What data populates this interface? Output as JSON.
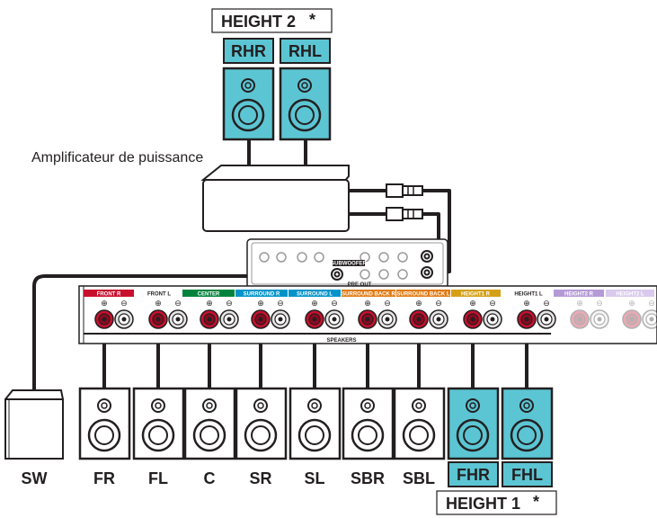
{
  "amplifier": {
    "label": "Amplificateur de puissance"
  },
  "height2": {
    "title": "HEIGHT 2",
    "asterisk": "*",
    "speakers": [
      {
        "code": "RHR"
      },
      {
        "code": "RHL"
      }
    ]
  },
  "height1": {
    "title": "HEIGHT 1",
    "asterisk": "*",
    "speakers": [
      {
        "code": "FHR"
      },
      {
        "code": "FHL"
      }
    ]
  },
  "floor_speakers": [
    {
      "code": "SW"
    },
    {
      "code": "FR"
    },
    {
      "code": "FL"
    },
    {
      "code": "C"
    },
    {
      "code": "SR"
    },
    {
      "code": "SL"
    },
    {
      "code": "SBR"
    },
    {
      "code": "SBL"
    }
  ],
  "receiver": {
    "preout_label": "PRE OUT",
    "subwoofer_label": "SUBWOOFER",
    "speakers_label": "SPEAKERS",
    "channels": [
      {
        "label": "FRONT R",
        "color": "#c8102e"
      },
      {
        "label": "FRONT L",
        "color": "#231f20"
      },
      {
        "label": "CENTER",
        "color": "#00843d"
      },
      {
        "label": "SURROUND R",
        "color": "#0093c9"
      },
      {
        "label": "SURROUND L",
        "color": "#0093c9"
      },
      {
        "label": "SURROUND BACK R",
        "color": "#e07a10"
      },
      {
        "label": "SURROUND BACK L",
        "color": "#e07a10"
      },
      {
        "label": "HEIGHT1 R",
        "color": "#d4a017"
      },
      {
        "label": "HEIGHT1 L",
        "color": "#d4a017"
      },
      {
        "label": "HEIGHT2 R",
        "color": "#b59bd6"
      },
      {
        "label": "HEIGHT2 L",
        "color": "#b59bd6"
      }
    ]
  },
  "colors": {
    "highlight_speaker": "#5cc5d3",
    "terminal_red": "#c8102e",
    "cable": "#231f20"
  }
}
